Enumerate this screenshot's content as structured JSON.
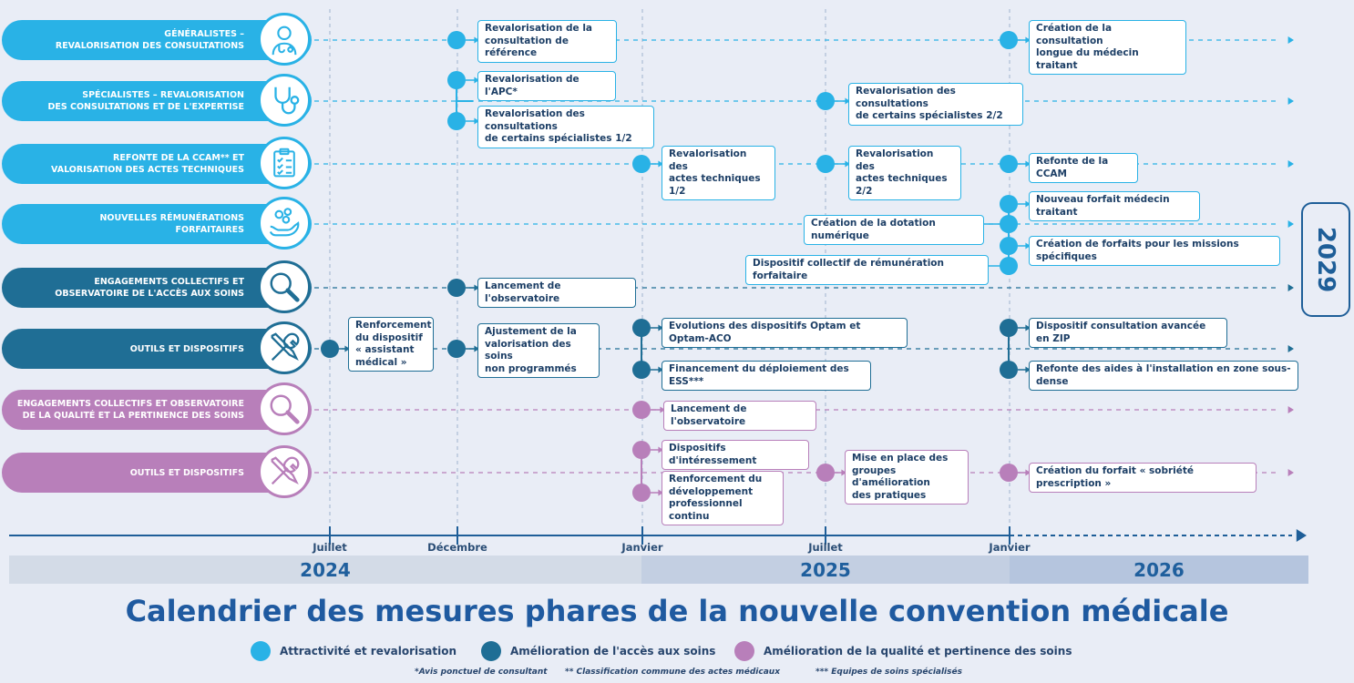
{
  "title": "Calendrier des mesures phares de la nouvelle convention médicale",
  "end_year": "2029",
  "colors": {
    "light_blue": "#29b2e6",
    "dark_blue": "#1f6e95",
    "purple": "#b87fba",
    "axis": "#1e5e98"
  },
  "categories": [
    {
      "label": "Généralistes –\nrevalorisation des consultations",
      "color": "light_blue",
      "icon": "doctor-icon"
    },
    {
      "label": "Spécialistes – revalorisation\ndes consultations et de l'expertise",
      "color": "light_blue",
      "icon": "stethoscope-icon"
    },
    {
      "label": "Refonte de la CCAM** et\nvalorisation des actes techniques",
      "color": "light_blue",
      "icon": "clipboard-checklist-icon"
    },
    {
      "label": "Nouvelles rémunérations\nforfaitaires",
      "color": "light_blue",
      "icon": "hand-coins-icon"
    },
    {
      "label": "Engagements collectifs et\nobservatoire de l'accès aux soins",
      "color": "dark_blue",
      "icon": "magnifier-icon"
    },
    {
      "label": "Outils et dispositifs",
      "color": "dark_blue",
      "icon": "tools-icon"
    },
    {
      "label": "Engagements collectifs et observatoire\nde la qualité et la pertinence des soins",
      "color": "purple",
      "icon": "magnifier-icon"
    },
    {
      "label": "Outils et dispositifs",
      "color": "purple",
      "icon": "tools-icon"
    }
  ],
  "events": [
    {
      "text": "Revalorisation de la\nconsultation de référence"
    },
    {
      "text": "Création de la consultation\nlongue du médecin traitant"
    },
    {
      "text": "Revalorisation de l'APC*"
    },
    {
      "text": "Revalorisation des consultations\nde certains spécialistes 1/2"
    },
    {
      "text": "Revalorisation des consultations\nde certains spécialistes 2/2"
    },
    {
      "text": "Revalorisation des\nactes techniques 1/2"
    },
    {
      "text": "Revalorisation des\nactes techniques 2/2"
    },
    {
      "text": "Refonte de la CCAM"
    },
    {
      "text": "Nouveau forfait médecin traitant"
    },
    {
      "text": "Création de la dotation numérique"
    },
    {
      "text": "Création de forfaits pour les missions spécifiques"
    },
    {
      "text": "Dispositif collectif de rémunération forfaitaire"
    },
    {
      "text": "Lancement de l'observatoire"
    },
    {
      "text": "Renforcement\ndu dispositif\n« assistant\nmédical »"
    },
    {
      "text": "Ajustement de la\nvalorisation des soins\nnon programmés"
    },
    {
      "text": "Evolutions des dispositifs Optam et Optam-ACO"
    },
    {
      "text": "Financement du déploiement des ESS***"
    },
    {
      "text": "Dispositif consultation avancée en ZIP"
    },
    {
      "text": "Refonte des aides à l'installation en zone sous-dense"
    },
    {
      "text": "Lancement de l'observatoire"
    },
    {
      "text": "Dispositifs d'intéressement"
    },
    {
      "text": "Renforcement du\ndéveloppement\nprofessionnel continu"
    },
    {
      "text": "Mise en place des\ngroupes d'amélioration\ndes pratiques"
    },
    {
      "text": "Création du forfait « sobriété prescription »"
    }
  ],
  "timeline": {
    "months": [
      "Juillet",
      "Décembre",
      "Janvier",
      "Juillet",
      "Janvier"
    ],
    "years": [
      "2024",
      "2025",
      "2026"
    ]
  },
  "legend": [
    {
      "label": "Attractivité et revalorisation",
      "color": "light_blue"
    },
    {
      "label": "Amélioration de l'accès aux soins",
      "color": "dark_blue"
    },
    {
      "label": "Amélioration de la qualité et pertinence des soins",
      "color": "purple"
    }
  ],
  "footnotes": [
    "*Avis ponctuel de consultant",
    "** Classification commune des actes médicaux",
    "*** Equipes de soins spécialisés"
  ]
}
